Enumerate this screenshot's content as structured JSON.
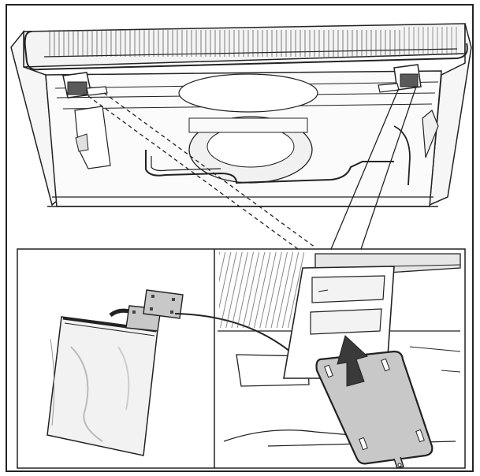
{
  "figure": {
    "panels": [
      {
        "id": "top",
        "subject": "refrigerator-underside-with-condenser-and-bracket-slots"
      },
      {
        "id": "bottom-left",
        "subject": "bag-with-spacer-plates"
      },
      {
        "id": "bottom-right",
        "subject": "spacer-plate-inserted-into-bracket"
      }
    ],
    "icons": [
      "refrigerator-underside",
      "condenser-coil",
      "fan",
      "bracket",
      "plastic-bag",
      "spacer-plate",
      "insert-arrow",
      "callout-lines"
    ],
    "colors": {
      "line": "#222222",
      "fill_light": "#e9e9e9",
      "fill_mid": "#bdbdbd",
      "fill_dark": "#5a5a5a",
      "plate": "#c8c8c8",
      "arrow": "#3a3a3a"
    }
  }
}
